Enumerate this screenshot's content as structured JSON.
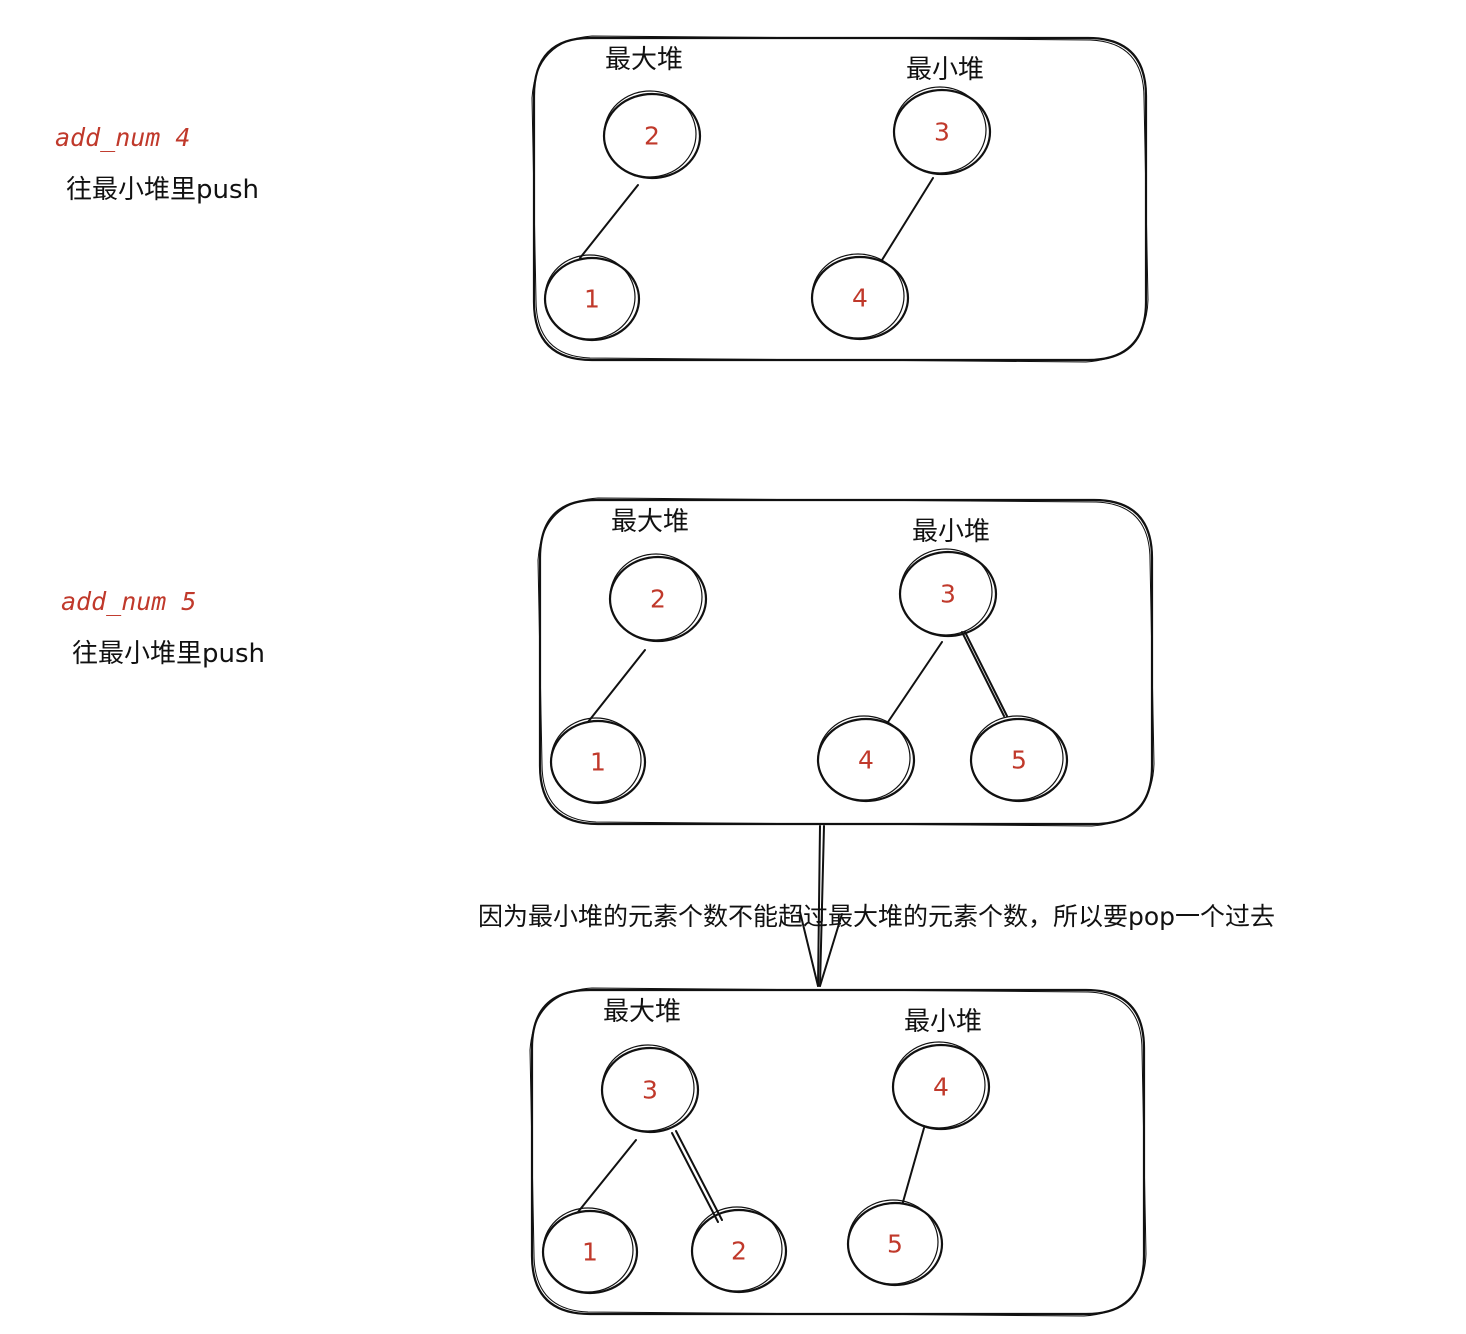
{
  "steps": [
    {
      "label": "add_num 4",
      "desc": "往最小堆里push",
      "max_heap": {
        "title": "最大堆",
        "root": "2",
        "children": [
          "1"
        ]
      },
      "min_heap": {
        "title": "最小堆",
        "root": "3",
        "children": [
          "4"
        ]
      }
    },
    {
      "label": "add_num 5",
      "desc": "往最小堆里push",
      "max_heap": {
        "title": "最大堆",
        "root": "2",
        "children": [
          "1"
        ]
      },
      "min_heap": {
        "title": "最小堆",
        "root": "3",
        "children": [
          "4",
          "5"
        ]
      }
    },
    {
      "label": "",
      "desc": "",
      "max_heap": {
        "title": "最大堆",
        "root": "3",
        "children": [
          "1",
          "2"
        ]
      },
      "min_heap": {
        "title": "最小堆",
        "root": "4",
        "children": [
          "5"
        ]
      }
    }
  ],
  "transition_note": "因为最小堆的元素个数不能超过最大堆的元素个数，所以要pop一个过去",
  "colors": {
    "node_text": "#c0392b",
    "step_label": "#c0392b",
    "stroke": "#111111"
  }
}
